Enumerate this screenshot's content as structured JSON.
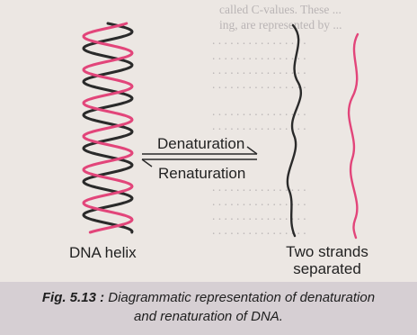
{
  "background_text": [
    "called C-values. These...",
    "ing, are represented by ..."
  ],
  "diagram": {
    "left_label": "DNA helix",
    "right_label_line1": "Two strands",
    "right_label_line2": "separated",
    "forward_process": "Denaturation",
    "reverse_process": "Renaturation",
    "colors": {
      "strand_dark": "#2a2a2a",
      "strand_red": "#e2457a"
    }
  },
  "caption": {
    "fig_label": "Fig. 5.13 :",
    "line1": "Diagrammatic representation of denaturation",
    "line2": "and renaturation of DNA."
  }
}
